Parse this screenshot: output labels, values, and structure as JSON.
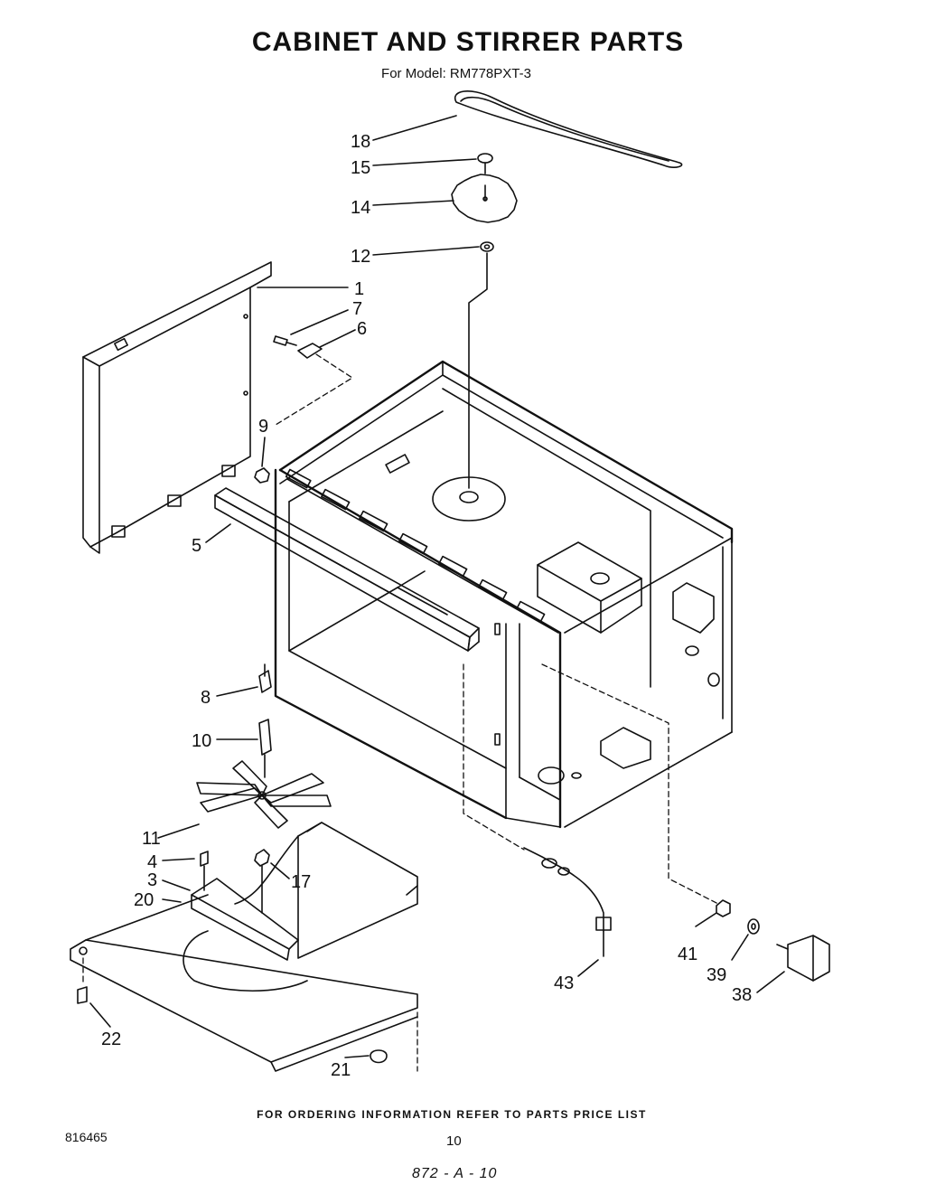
{
  "header": {
    "title": "CABINET AND STIRRER PARTS",
    "subtitle": "For Model: RM778PXT-3"
  },
  "callouts": [
    {
      "id": "18",
      "label": "18"
    },
    {
      "id": "15",
      "label": "15"
    },
    {
      "id": "14",
      "label": "14"
    },
    {
      "id": "12",
      "label": "12"
    },
    {
      "id": "1",
      "label": "1"
    },
    {
      "id": "7",
      "label": "7"
    },
    {
      "id": "6",
      "label": "6"
    },
    {
      "id": "9",
      "label": "9"
    },
    {
      "id": "5",
      "label": "5"
    },
    {
      "id": "8",
      "label": "8"
    },
    {
      "id": "10",
      "label": "10"
    },
    {
      "id": "11",
      "label": "11"
    },
    {
      "id": "4",
      "label": "4"
    },
    {
      "id": "17",
      "label": "17"
    },
    {
      "id": "3",
      "label": "3"
    },
    {
      "id": "20",
      "label": "20"
    },
    {
      "id": "22",
      "label": "22"
    },
    {
      "id": "21",
      "label": "21"
    },
    {
      "id": "43",
      "label": "43"
    },
    {
      "id": "41",
      "label": "41"
    },
    {
      "id": "39",
      "label": "39"
    },
    {
      "id": "38",
      "label": "38"
    }
  ],
  "footer": {
    "ordering_note": "FOR ORDERING INFORMATION REFER TO PARTS PRICE LIST",
    "doc_number": "816465",
    "page_number": "10",
    "handwritten_code": "872 - A - 10"
  }
}
